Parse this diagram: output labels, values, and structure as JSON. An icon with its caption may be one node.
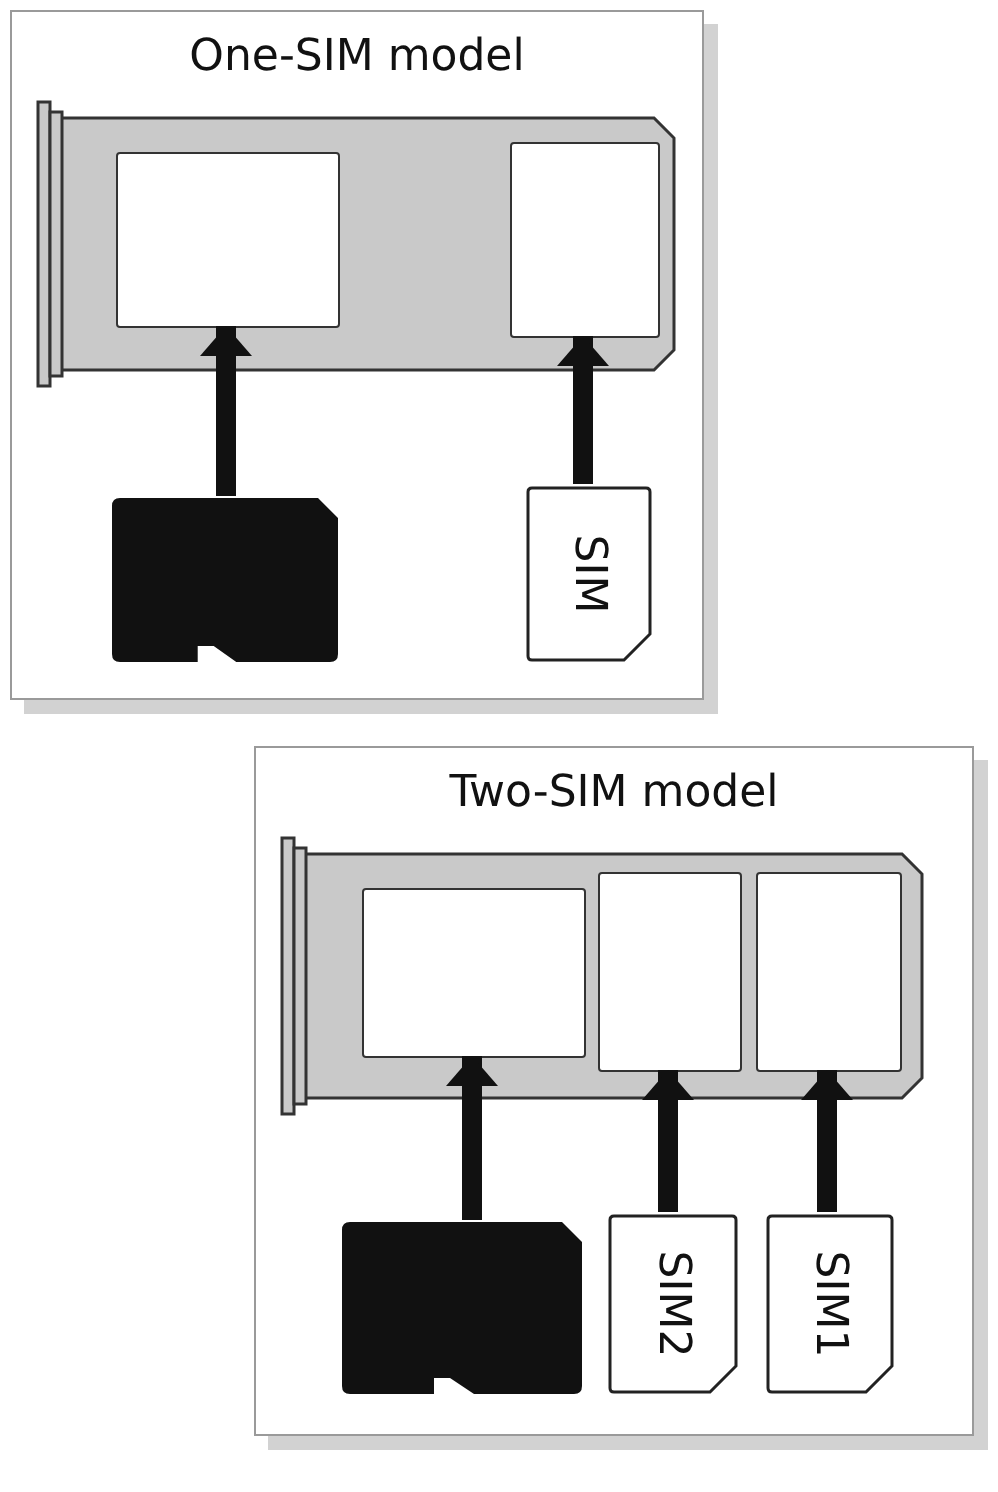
{
  "diagram": {
    "nodes": [
      {
        "text": [
          "One-SIM model"
        ]
      },
      {
        "text": [],
        "shape": "tray",
        "in": 0
      },
      {
        "text": [],
        "shape": "box",
        "in": 1
      },
      {
        "text": [],
        "shape": "box",
        "in": 1
      },
      {
        "text": [],
        "shape": "card",
        "in": 0
      },
      {
        "text": [
          "SIM"
        ],
        "in": 0
      },
      {
        "text": [
          "Two-SIM model"
        ]
      },
      {
        "text": [],
        "shape": "tray",
        "in": 6
      },
      {
        "text": [],
        "shape": "box",
        "in": 7
      },
      {
        "text": [],
        "shape": "box",
        "in": 7
      },
      {
        "text": [],
        "shape": "box",
        "in": 7
      },
      {
        "text": [],
        "shape": "card",
        "in": 6
      },
      {
        "text": [
          "SIM2"
        ],
        "in": 6
      },
      {
        "text": [
          "SIM1"
        ],
        "in": 6
      }
    ],
    "edges": [
      {
        "from": 4,
        "to": 2,
        "arrow": "to"
      },
      {
        "from": 5,
        "to": 3,
        "arrow": "to"
      },
      {
        "from": 11,
        "to": 8,
        "arrow": "to"
      },
      {
        "from": 12,
        "to": 9,
        "arrow": "to"
      },
      {
        "from": 13,
        "to": 10,
        "arrow": "to"
      }
    ]
  }
}
